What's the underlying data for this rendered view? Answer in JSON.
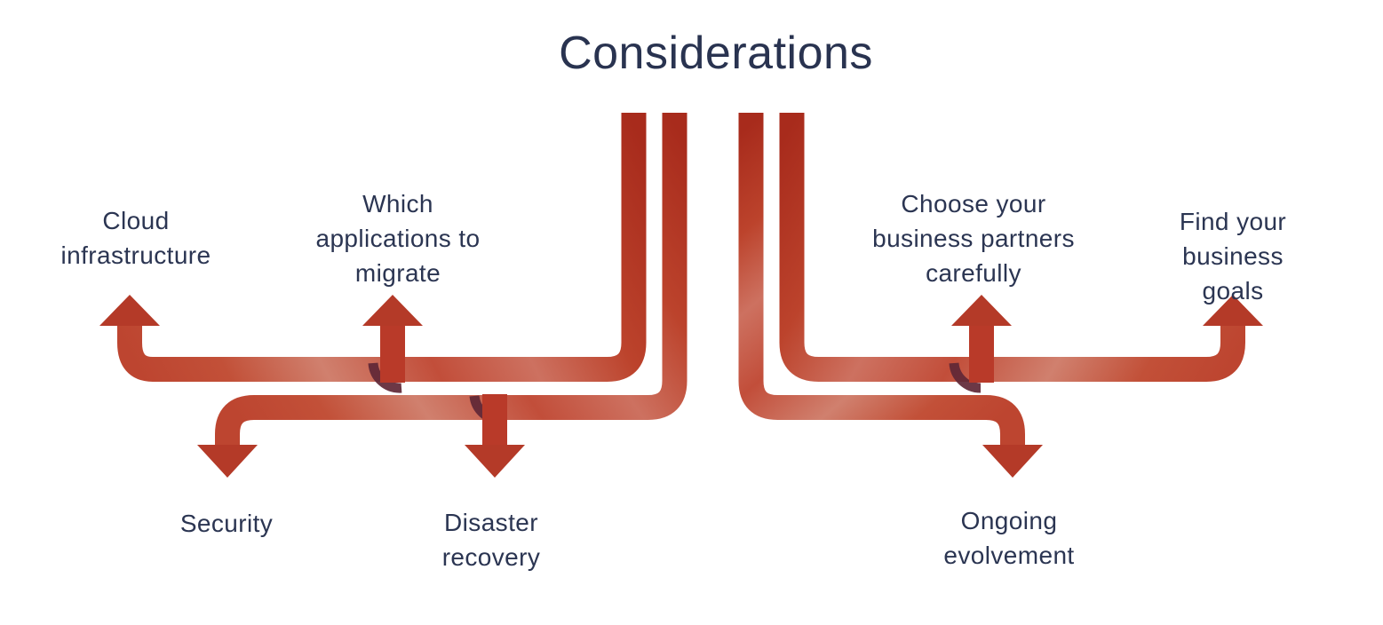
{
  "title": "Considerations",
  "labels": {
    "cloud": "Cloud\ninfrastructure",
    "which": "Which\napplications to\nmigrate",
    "security": "Security",
    "disaster": "Disaster\nrecovery",
    "choose": "Choose your\nbusiness partners\ncarefully",
    "find": "Find your\nbusiness goals",
    "ongoing": "Ongoing\nevolvement"
  },
  "colors": {
    "pipe_dark_red": "#a82b1c",
    "arrow_red": "#b43a28",
    "stem_red": "#b93a29",
    "ribbon_salmon": "#d0806e",
    "ribbon_mid": "#c24e3a",
    "junction_shadow": "#5f2736",
    "text_navy": "#2b3552",
    "title_navy": "#293350",
    "background": "#ffffff"
  }
}
